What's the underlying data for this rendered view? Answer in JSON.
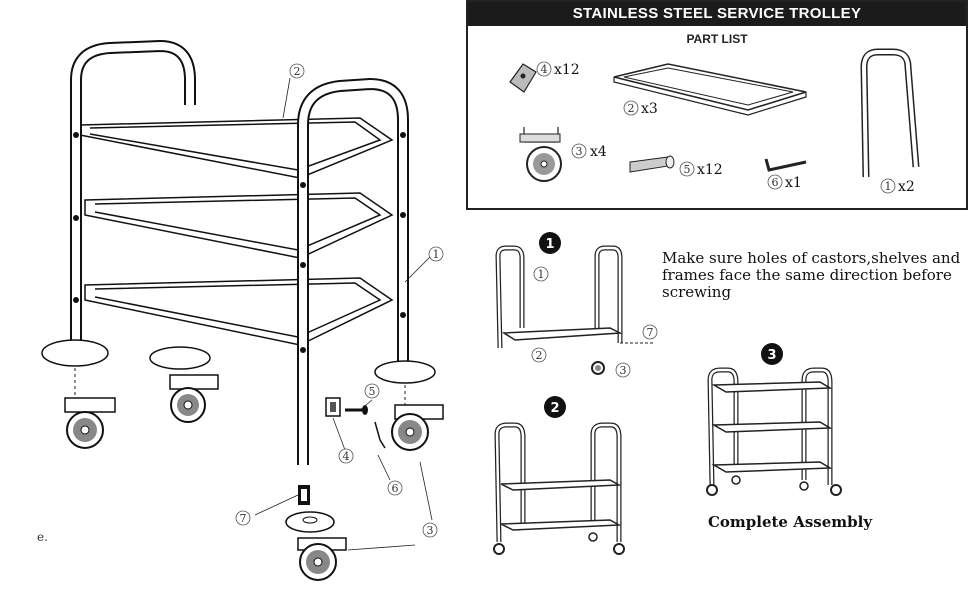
{
  "header": {
    "title": "STAINLESS STEEL SERVICE TROLLEY"
  },
  "part_list": {
    "heading": "PART LIST",
    "parts": [
      {
        "id": "4",
        "qty": "x12",
        "name": "bracket-plate"
      },
      {
        "id": "2",
        "qty": "x3",
        "name": "shelf"
      },
      {
        "id": "1",
        "qty": "x2",
        "name": "frame"
      },
      {
        "id": "3",
        "qty": "x4",
        "name": "castor"
      },
      {
        "id": "5",
        "qty": "x12",
        "name": "bolt"
      },
      {
        "id": "6",
        "qty": "x1",
        "name": "allen-key"
      }
    ]
  },
  "main_diagram": {
    "callouts": [
      "2",
      "1",
      "5",
      "4",
      "6",
      "7",
      "3"
    ],
    "stray_text": "e."
  },
  "steps": [
    {
      "number": "1",
      "callouts": [
        "1",
        "2",
        "7",
        "3"
      ]
    },
    {
      "number": "2"
    },
    {
      "number": "3"
    }
  ],
  "note": "Make sure holes of castors,shelves and frames face the same direction before screwing",
  "complete_label": "Complete Assembly"
}
